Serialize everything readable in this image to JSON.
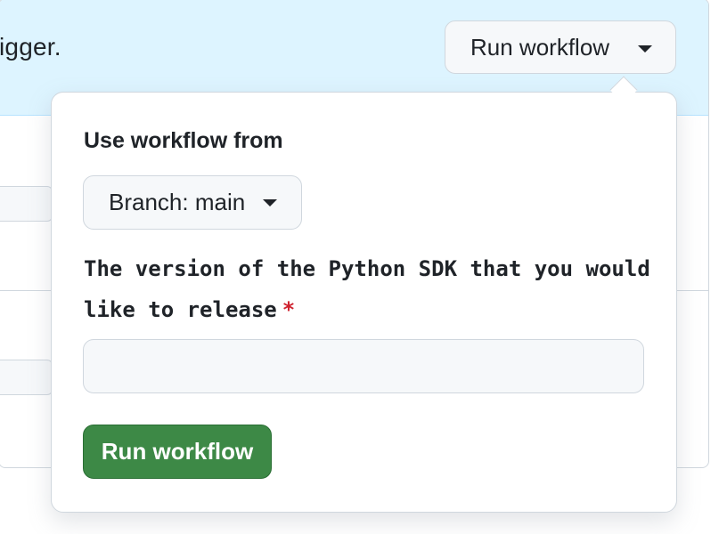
{
  "banner": {
    "text_fragment": "igger.",
    "run_workflow_label": "Run workflow"
  },
  "popover": {
    "use_workflow_from_label": "Use workflow from",
    "branch_button_label": "Branch: main",
    "input_label": "The version of the Python SDK that you would like to release",
    "required_marker": "*",
    "input_value": "",
    "submit_label": "Run workflow"
  },
  "colors": {
    "banner_bg": "#ddf4ff",
    "submit_bg": "#3d8946",
    "required": "#cf222e"
  },
  "icons": [
    "caret-down-icon"
  ]
}
